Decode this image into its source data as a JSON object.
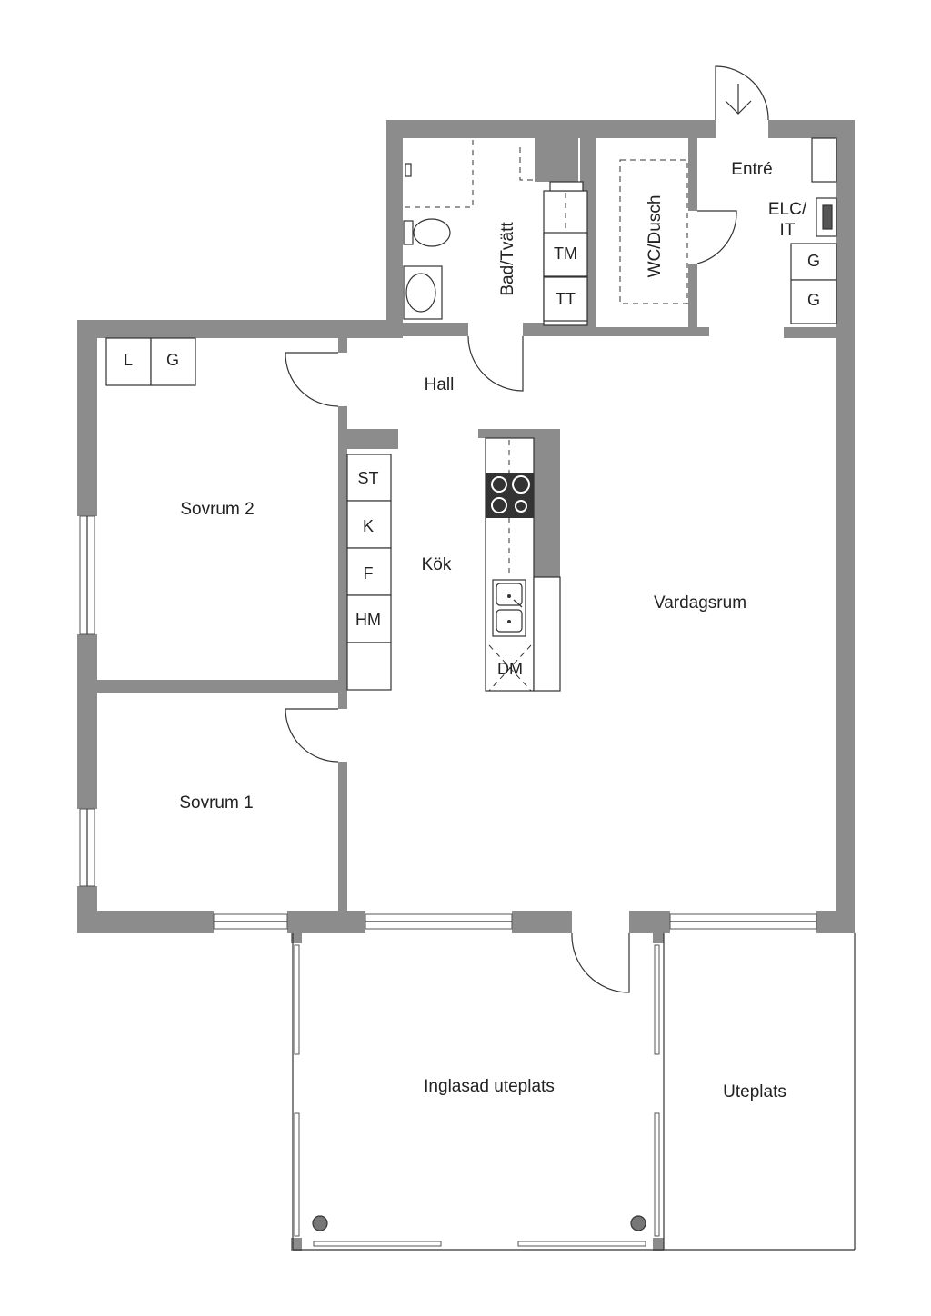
{
  "rooms": {
    "bad_tvatt": "Bad/Tvätt",
    "wc_dusch": "WC/Dusch",
    "entre": "Entré",
    "elc_it_line1": "ELC/",
    "elc_it_line2": "IT",
    "hall": "Hall",
    "sovrum2": "Sovrum 2",
    "kok": "Kök",
    "vardagsrum": "Vardagsrum",
    "sovrum1": "Sovrum 1",
    "inglasad_uteplats": "Inglasad uteplats",
    "uteplats": "Uteplats"
  },
  "fixtures": {
    "tm": "TM",
    "tt": "TT",
    "g_top": "G",
    "g_bottom": "G",
    "l_closet": "L",
    "g_closet": "G",
    "st": "ST",
    "k": "K",
    "f": "F",
    "hm": "HM",
    "dm": "DM"
  },
  "icons": {
    "entry_arrow": "arrow-down-icon",
    "stove": "stove-icon",
    "sink": "sink-icon",
    "toilet": "toilet-icon"
  },
  "colors": {
    "wall": "#8c8c8c",
    "line": "#333333",
    "background": "#ffffff"
  }
}
